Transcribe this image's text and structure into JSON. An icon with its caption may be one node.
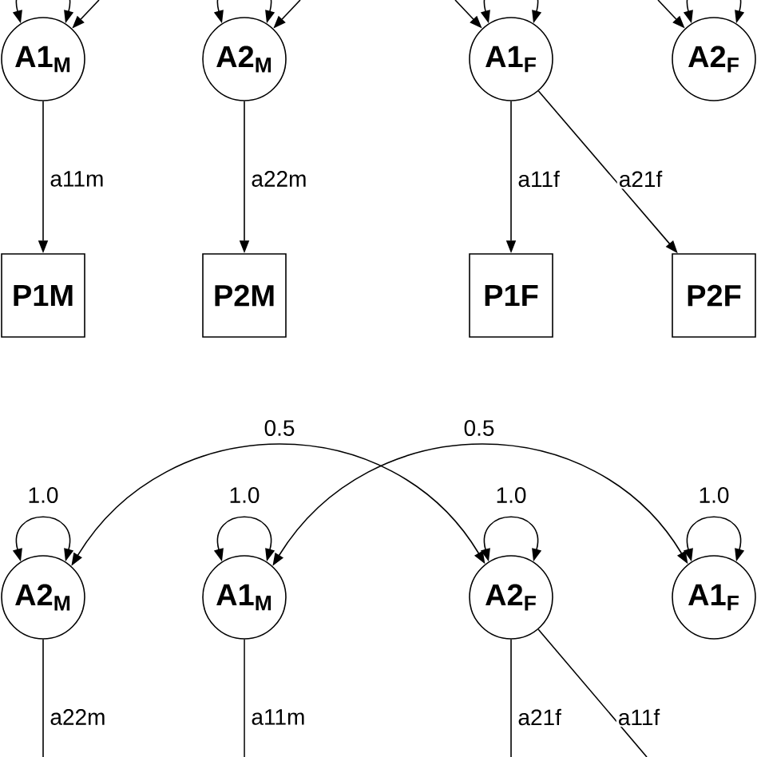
{
  "diagram": {
    "nodes": [
      {
        "text": [
          "A1$_{M}$"
        ]
      },
      {
        "text": [
          "A2$_{M}$"
        ]
      },
      {
        "text": [
          "A1$_{F}$"
        ]
      },
      {
        "text": [
          "A2$_{F}$"
        ]
      },
      {
        "text": [
          "P1M"
        ]
      },
      {
        "text": [
          "P2M"
        ]
      },
      {
        "text": [
          "P1F"
        ]
      },
      {
        "text": [
          "P2F"
        ]
      },
      {
        "text": [
          "A2$_{M}$"
        ]
      },
      {
        "text": [
          "A1$_{M}$"
        ]
      },
      {
        "text": [
          "A2$_{F}$"
        ]
      },
      {
        "text": [
          "A1$_{F}$"
        ]
      }
    ],
    "edges": [
      {
        "from": 0,
        "to": 4,
        "arrow": "to",
        "label": "a11m"
      },
      {
        "from": 1,
        "to": 5,
        "arrow": "to",
        "label": "a22m"
      },
      {
        "from": 2,
        "to": 6,
        "arrow": "to",
        "label": "a11f"
      },
      {
        "from": 2,
        "to": 7,
        "arrow": "to",
        "label": "a21f"
      },
      {
        "from": 0,
        "to": 0,
        "arrow": "both"
      },
      {
        "from": 1,
        "to": 1,
        "arrow": "both"
      },
      {
        "from": 2,
        "to": 2,
        "arrow": "both"
      },
      {
        "from": 3,
        "to": 3,
        "arrow": "both"
      },
      {
        "from": null,
        "to": 0,
        "arrow": "to"
      },
      {
        "from": null,
        "to": 1,
        "arrow": "to"
      },
      {
        "from": null,
        "to": 2,
        "arrow": "to"
      },
      {
        "from": null,
        "to": 3,
        "arrow": "to"
      },
      {
        "from": 8,
        "to": 8,
        "arrow": "both",
        "label": "1.0"
      },
      {
        "from": 9,
        "to": 9,
        "arrow": "both",
        "label": "1.0"
      },
      {
        "from": 10,
        "to": 10,
        "arrow": "both",
        "label": "1.0"
      },
      {
        "from": 11,
        "to": 11,
        "arrow": "both",
        "label": "1.0"
      },
      {
        "from": 8,
        "to": 10,
        "arrow": "both",
        "label": "0.5"
      },
      {
        "from": 9,
        "to": 11,
        "arrow": "both",
        "label": "0.5"
      },
      {
        "from": 8,
        "to": null,
        "arrow": "none",
        "label": "a22m"
      },
      {
        "from": 9,
        "to": null,
        "arrow": "none",
        "label": "a11m"
      },
      {
        "from": 10,
        "to": null,
        "arrow": "none",
        "label": "a21f"
      },
      {
        "from": 10,
        "to": null,
        "arrow": "none",
        "label": "a11f"
      }
    ]
  }
}
